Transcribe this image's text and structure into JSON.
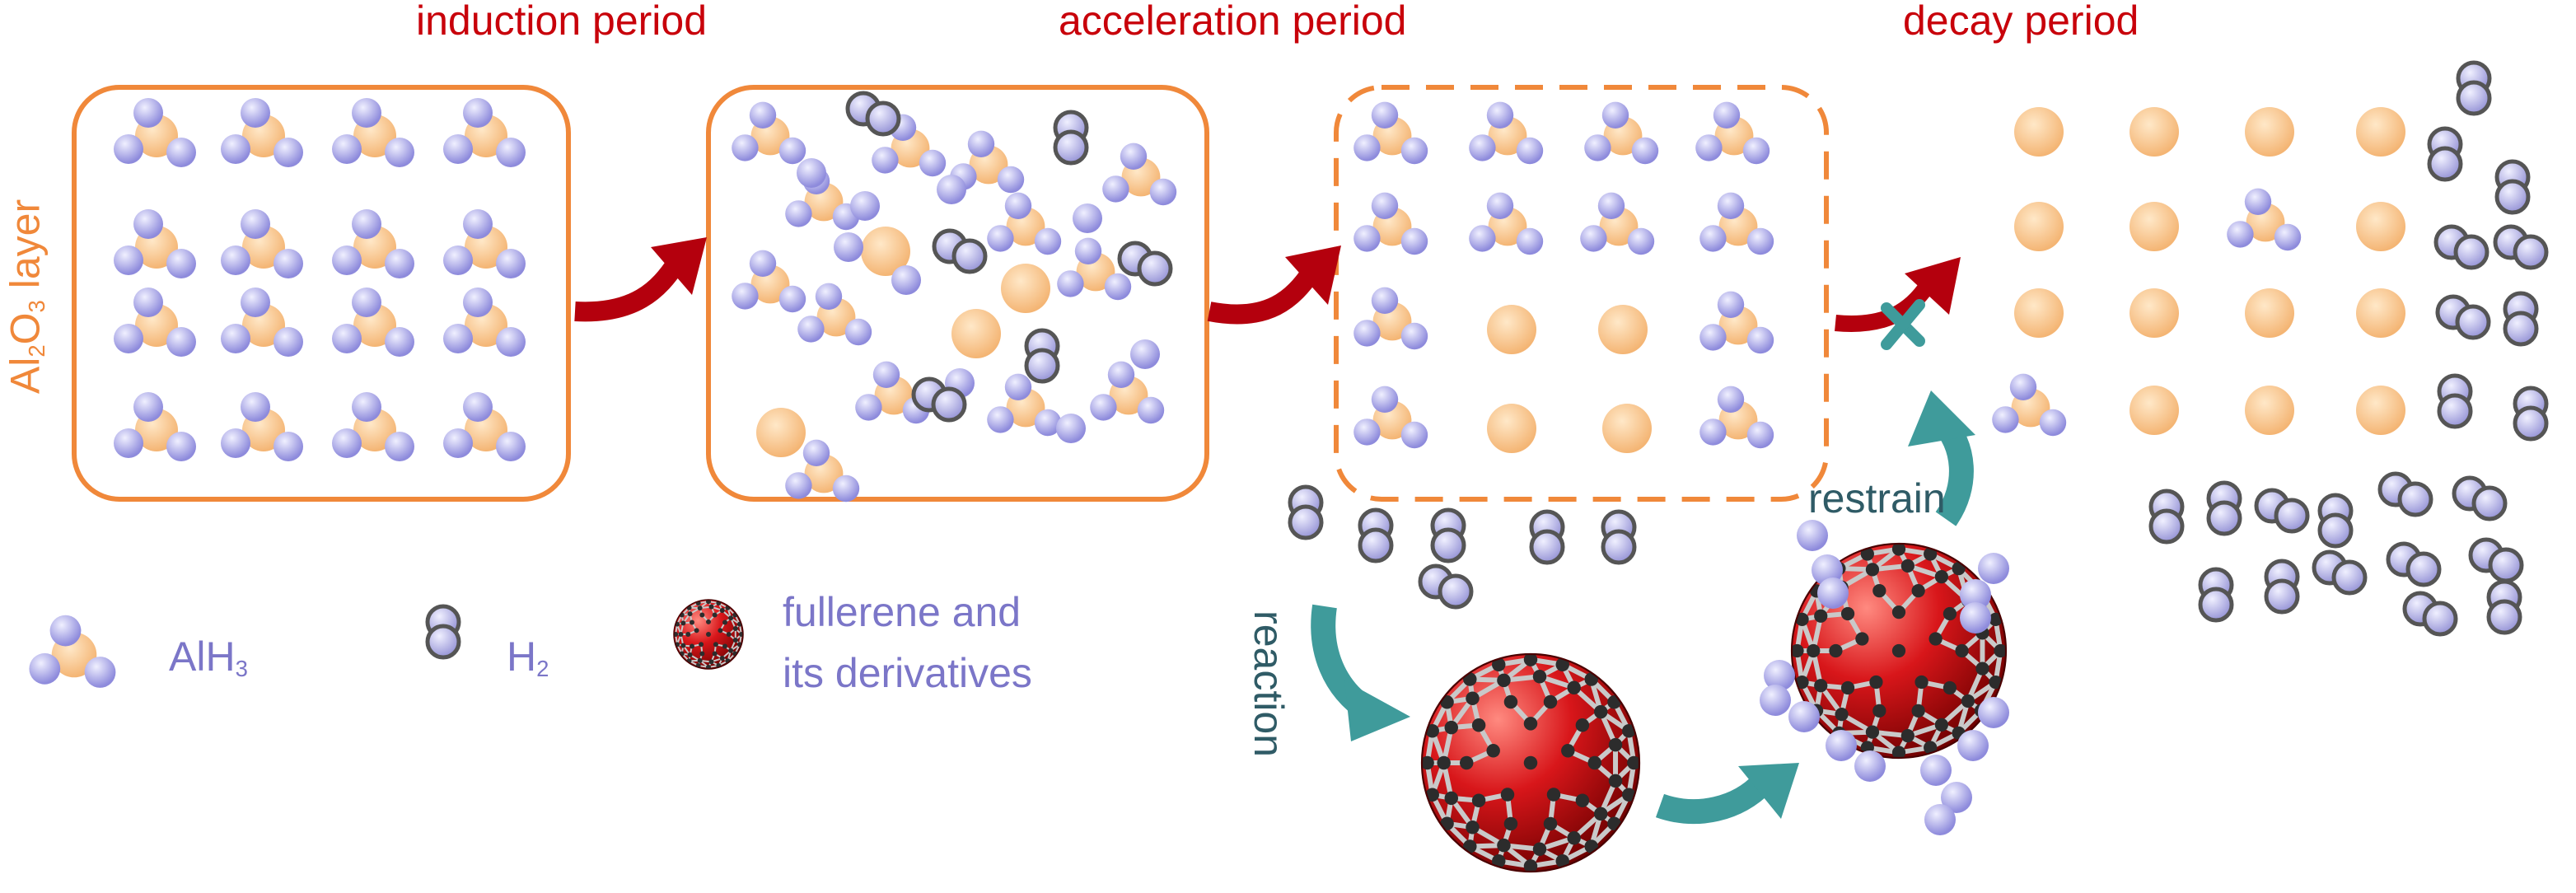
{
  "stages": {
    "induction": "induction period",
    "acceleration": "acceleration period",
    "decay": "decay period"
  },
  "layer_label": {
    "main": "Al",
    "s1": "2",
    "mid": "O",
    "s2": "3",
    "tail": " layer"
  },
  "legend": {
    "alh3": {
      "main": "AlH",
      "sub": "3"
    },
    "h2": {
      "main": "H",
      "sub": "2"
    },
    "fullerene_line1": "fullerene and",
    "fullerene_line2": "its derivatives"
  },
  "annotations": {
    "reaction": "reaction",
    "restrain": "restrain"
  },
  "colors": {
    "aluminum": "#f7c38a",
    "hydrogen": "#a9a7ee",
    "h2_outline": "#555555",
    "layer_border": "#f0883a",
    "arrow_red": "#b4000d",
    "arrow_teal": "#3f9b9b",
    "fullerene": "#d11a1a",
    "title_red": "#c8000a",
    "legend_blue": "#7b76c8"
  }
}
